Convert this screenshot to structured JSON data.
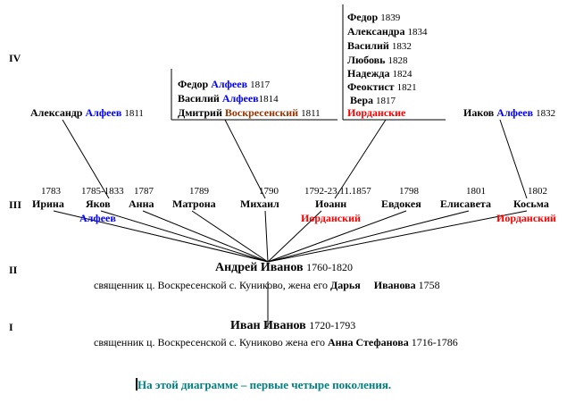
{
  "generations": {
    "g1": "I",
    "g2": "II",
    "g3": "III",
    "g4": "IV"
  },
  "colors": {
    "blue": "#0000ff",
    "red": "#ff0000",
    "brown": "#993300",
    "teal": "#008080"
  },
  "gen1": {
    "name": "Иван Иванов",
    "years": "1720-1793",
    "desc": "священник ц. Воскресенской с. Куниково  жена его",
    "wife": "Анна Стефанова",
    "wife_years": "1716-1786"
  },
  "gen2": {
    "name": "Андрей Иванов",
    "years": "1760-1820",
    "desc": "священник ц. Воскресенской с. Куниково,  жена его",
    "wife": "Дарья",
    "wife_surname": "Иванова",
    "wife_years": "1758"
  },
  "gen3": [
    {
      "year": "1783",
      "name": "Ирина"
    },
    {
      "year": "1785-1833",
      "name": "Яков",
      "surname": "Алфеев"
    },
    {
      "year": "1787",
      "name": "Анна"
    },
    {
      "year": "1789",
      "name": "Матрона"
    },
    {
      "year": "1790",
      "name": "Михаил"
    },
    {
      "year": "1792-23.11.1857",
      "name": "Иоанн",
      "surname": "Иорданский"
    },
    {
      "year": "1798",
      "name": "Евдокея"
    },
    {
      "year": "1801",
      "name": "Елисавета"
    },
    {
      "year": "1802",
      "name": "Косьма",
      "surname": "Иорданский"
    }
  ],
  "gen4": {
    "alexander": {
      "first": "Александр",
      "surname": "Алфеев",
      "year": "1811"
    },
    "mikhail_children": [
      {
        "first": "Федор",
        "surname": "Алфеев",
        "year": "1817"
      },
      {
        "first": "Василий",
        "surname": "Алфеев",
        "year": "1814"
      },
      {
        "first": "Дмитрий",
        "surname": "Воскресенский",
        "year": "1811"
      }
    ],
    "ioann_children": [
      {
        "first": "Федор",
        "year": "1839"
      },
      {
        "first": "Александра",
        "year": "1834"
      },
      {
        "first": "Василий",
        "year": "1832"
      },
      {
        "first": "Любовь",
        "year": "1828"
      },
      {
        "first": "Надежда",
        "year": "1824"
      },
      {
        "first": "Феоктист",
        "year": "1821"
      },
      {
        "first": "Вера",
        "year": "1817"
      }
    ],
    "ioann_surname": "Иорданские",
    "iakov": {
      "first": "Иаков",
      "surname": "Алфеев",
      "year": "1832"
    }
  },
  "caption": "На этой диаграмме – первые  четыре  поколения."
}
